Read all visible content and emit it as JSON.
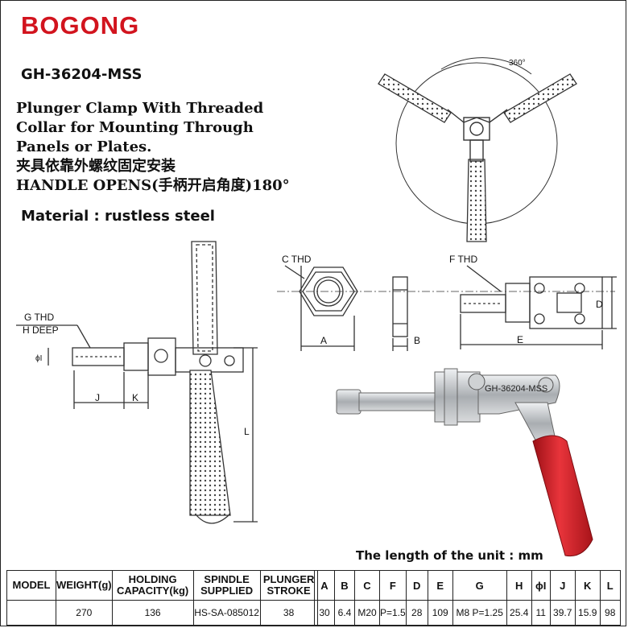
{
  "header": {
    "brand": "BOGONG",
    "model_code": "GH-36204-MSS",
    "description_lines": [
      "Plunger Clamp With Threaded",
      "Collar for Mounting Through",
      "Panels or Plates.",
      "夹具依靠外螺纹固定安装",
      "HANDLE OPENS(手柄开启角度)180°"
    ],
    "material": "Material : rustless steel"
  },
  "drawing_labels": {
    "angle": "360°",
    "g_thd": "G  THD",
    "h_deep": "H DEEP",
    "phi_i": "ϕI",
    "j": "J",
    "k": "K",
    "l": "L",
    "c_thd": "C  THD",
    "a": "A",
    "b": "B",
    "f_thd": "F  THD",
    "d": "D",
    "e": "E",
    "photo_marking": "GH-36204-MSS"
  },
  "units_note": "The length of the unit  :  mm",
  "spec_table_left": {
    "headers": [
      "MODEL",
      "WEIGHT(g)",
      "HOLDING CAPACITY(kg)",
      "SPINDLE SUPPLIED",
      "PLUNGER STROKE"
    ],
    "row": [
      "",
      "270",
      "136",
      "HS-SA-085012",
      "38"
    ]
  },
  "spec_table_right": {
    "headers": [
      "A",
      "B",
      "C",
      "F",
      "D",
      "E",
      "G",
      "H",
      "ϕI",
      "J",
      "K",
      "L"
    ],
    "row": [
      "30",
      "6.4",
      "M20",
      "P=1.5",
      "28",
      "109",
      "M8 P=1.25",
      "25.4",
      "11",
      "39.7",
      "15.9",
      "98"
    ]
  },
  "colors": {
    "brand": "#d2141e",
    "grip_red": "#d01c24",
    "steel": "#b9bcbf"
  }
}
